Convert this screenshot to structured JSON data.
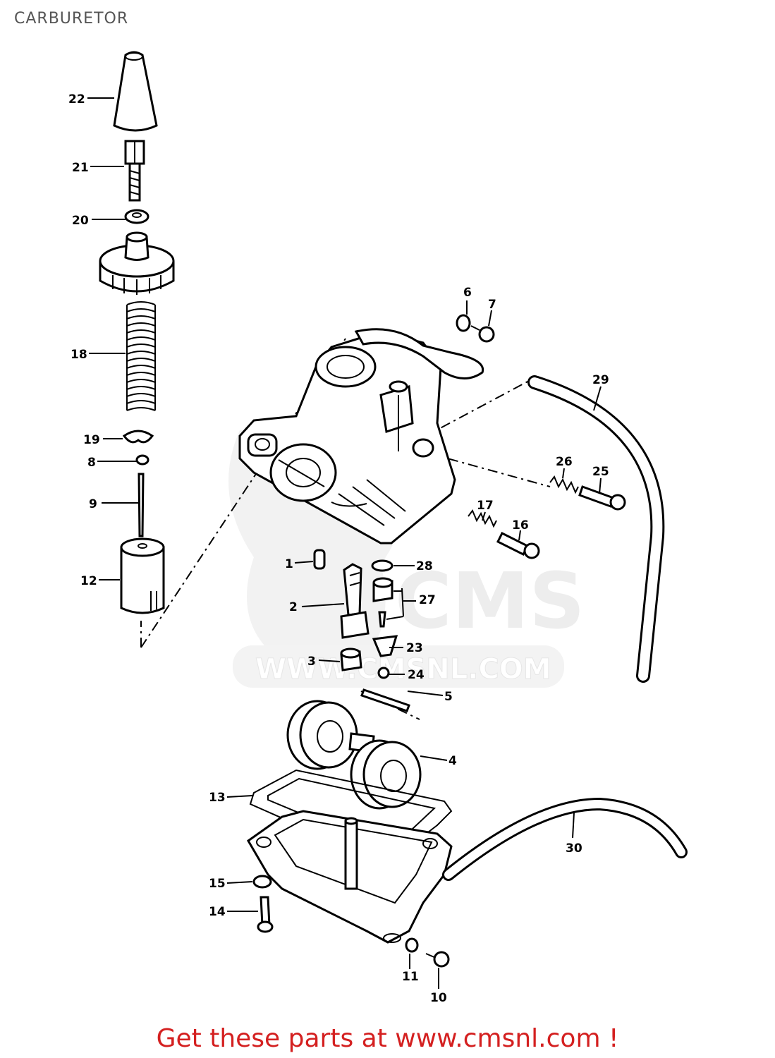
{
  "header": {
    "title": "CARBURETOR"
  },
  "footer": {
    "cta": "Get these parts at www.cmsnl.com !"
  },
  "watermark": {
    "text": "WWW.CMSNL.COM",
    "logo": "CMS"
  },
  "colors": {
    "title": "#555555",
    "cta": "#d42020",
    "ink": "#000000",
    "watermark": "#dcdcdc"
  },
  "parts": [
    {
      "ref": "1"
    },
    {
      "ref": "2"
    },
    {
      "ref": "3"
    },
    {
      "ref": "4"
    },
    {
      "ref": "5"
    },
    {
      "ref": "6"
    },
    {
      "ref": "7"
    },
    {
      "ref": "8"
    },
    {
      "ref": "9"
    },
    {
      "ref": "10"
    },
    {
      "ref": "11"
    },
    {
      "ref": "12"
    },
    {
      "ref": "13"
    },
    {
      "ref": "14"
    },
    {
      "ref": "15"
    },
    {
      "ref": "16"
    },
    {
      "ref": "17"
    },
    {
      "ref": "18"
    },
    {
      "ref": "19"
    },
    {
      "ref": "20"
    },
    {
      "ref": "21"
    },
    {
      "ref": "22"
    },
    {
      "ref": "23"
    },
    {
      "ref": "24"
    },
    {
      "ref": "25"
    },
    {
      "ref": "26"
    },
    {
      "ref": "27"
    },
    {
      "ref": "28"
    },
    {
      "ref": "29"
    },
    {
      "ref": "30"
    }
  ]
}
